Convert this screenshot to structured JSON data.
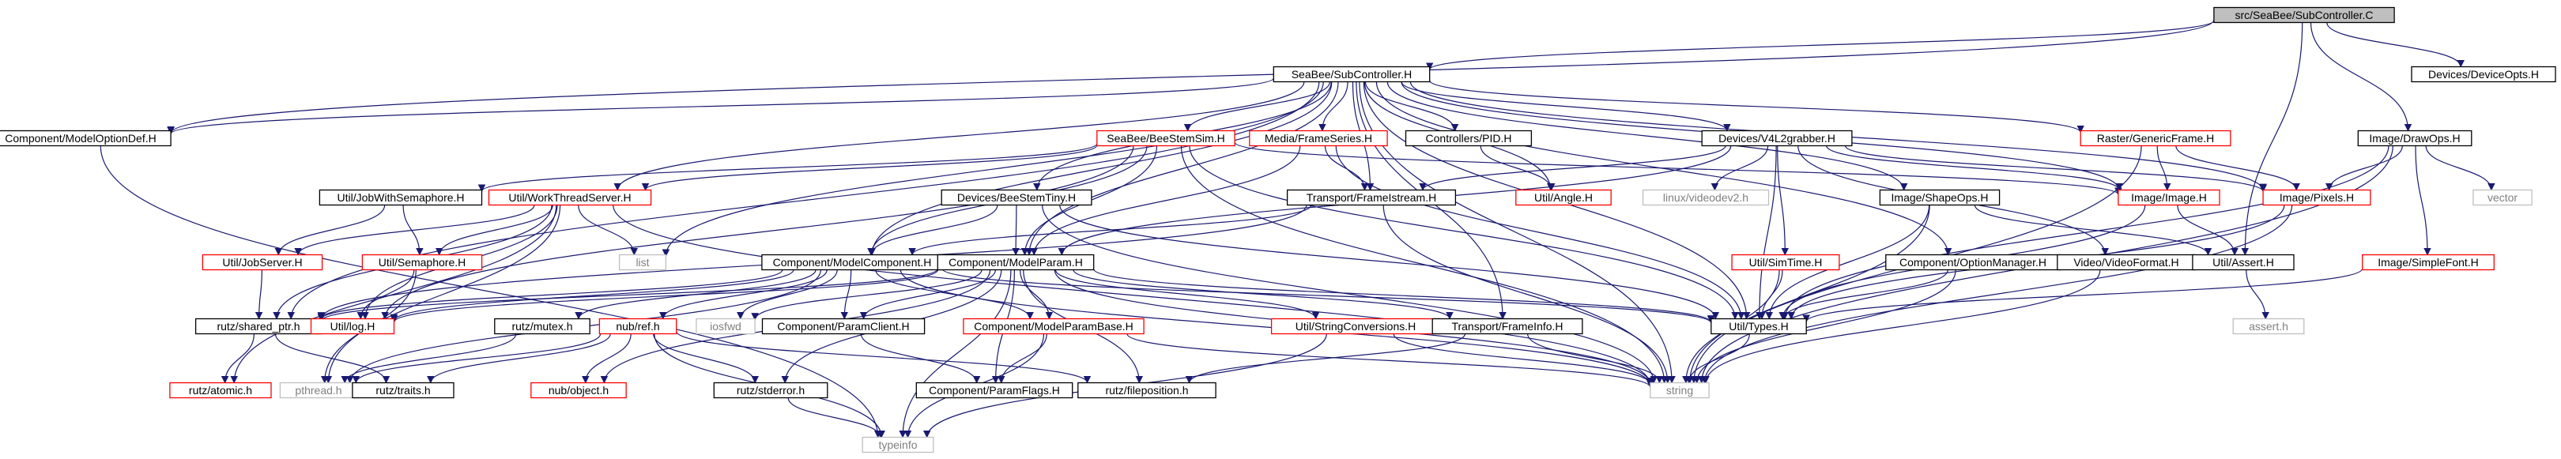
{
  "colors": {
    "edge": "#191970",
    "border_normal": "#000000",
    "border_missing": "#ff0000",
    "border_system": "#bfbfbf",
    "fill_root": "#bfbfbf",
    "fill_normal": "#ffffff",
    "text_normal": "#000000",
    "text_system": "#808080"
  },
  "nodes": [
    {
      "id": "root",
      "label": "src/SeaBee/SubController.C",
      "kind": "root"
    },
    {
      "id": "sub",
      "label": "SeaBee/SubController.H",
      "kind": "normal"
    },
    {
      "id": "devopts",
      "label": "Devices/DeviceOpts.H",
      "kind": "normal"
    },
    {
      "id": "drawops",
      "label": "Image/DrawOps.H",
      "kind": "normal"
    },
    {
      "id": "modelopt",
      "label": "Component/ModelOptionDef.H",
      "kind": "normal"
    },
    {
      "id": "beestem",
      "label": "SeaBee/BeeStemSim.H",
      "kind": "missing"
    },
    {
      "id": "frameseries",
      "label": "Media/FrameSeries.H",
      "kind": "missing"
    },
    {
      "id": "pid",
      "label": "Controllers/PID.H",
      "kind": "normal"
    },
    {
      "id": "v4l2",
      "label": "Devices/V4L2grabber.H",
      "kind": "normal"
    },
    {
      "id": "genericframe",
      "label": "Raster/GenericFrame.H",
      "kind": "missing"
    },
    {
      "id": "jobsem",
      "label": "Util/JobWithSemaphore.H",
      "kind": "normal"
    },
    {
      "id": "workthread",
      "label": "Util/WorkThreadServer.H",
      "kind": "missing"
    },
    {
      "id": "beestemtiny",
      "label": "Devices/BeeStemTiny.H",
      "kind": "normal"
    },
    {
      "id": "framestream",
      "label": "Transport/FrameIstream.H",
      "kind": "normal"
    },
    {
      "id": "angle",
      "label": "Util/Angle.H",
      "kind": "missing"
    },
    {
      "id": "videodev2",
      "label": "linux/videodev2.h",
      "kind": "system"
    },
    {
      "id": "shapeops",
      "label": "Image/ShapeOps.H",
      "kind": "normal"
    },
    {
      "id": "image",
      "label": "Image/Image.H",
      "kind": "missing"
    },
    {
      "id": "pixels",
      "label": "Image/Pixels.H",
      "kind": "missing"
    },
    {
      "id": "vector",
      "label": "vector",
      "kind": "system"
    },
    {
      "id": "jobserver",
      "label": "Util/JobServer.H",
      "kind": "missing"
    },
    {
      "id": "semaphore",
      "label": "Util/Semaphore.H",
      "kind": "missing"
    },
    {
      "id": "list",
      "label": "list",
      "kind": "system"
    },
    {
      "id": "modelcomp",
      "label": "Component/ModelComponent.H",
      "kind": "normal"
    },
    {
      "id": "modelparam",
      "label": "Component/ModelParam.H",
      "kind": "normal"
    },
    {
      "id": "simtime",
      "label": "Util/SimTime.H",
      "kind": "missing"
    },
    {
      "id": "optmgr",
      "label": "Component/OptionManager.H",
      "kind": "normal"
    },
    {
      "id": "videoformat",
      "label": "Video/VideoFormat.H",
      "kind": "normal"
    },
    {
      "id": "assert",
      "label": "Util/Assert.H",
      "kind": "normal"
    },
    {
      "id": "simplefont",
      "label": "Image/SimpleFont.H",
      "kind": "missing"
    },
    {
      "id": "sharedptr",
      "label": "rutz/shared_ptr.h",
      "kind": "normal"
    },
    {
      "id": "log",
      "label": "Util/log.H",
      "kind": "missing"
    },
    {
      "id": "mutex",
      "label": "rutz/mutex.h",
      "kind": "normal"
    },
    {
      "id": "iosfwd",
      "label": "iosfwd",
      "kind": "system"
    },
    {
      "id": "nubref",
      "label": "nub/ref.h",
      "kind": "missing"
    },
    {
      "id": "paramclient",
      "label": "Component/ParamClient.H",
      "kind": "normal"
    },
    {
      "id": "parambase",
      "label": "Component/ModelParamBase.H",
      "kind": "missing"
    },
    {
      "id": "strconv",
      "label": "Util/StringConversions.H",
      "kind": "missing"
    },
    {
      "id": "frameinfo",
      "label": "Transport/FrameInfo.H",
      "kind": "normal"
    },
    {
      "id": "types",
      "label": "Util/Types.H",
      "kind": "normal"
    },
    {
      "id": "asserth",
      "label": "assert.h",
      "kind": "system"
    },
    {
      "id": "atomic",
      "label": "rutz/atomic.h",
      "kind": "missing"
    },
    {
      "id": "pthread",
      "label": "pthread.h",
      "kind": "system"
    },
    {
      "id": "traits",
      "label": "rutz/traits.h",
      "kind": "normal"
    },
    {
      "id": "nubobject",
      "label": "nub/object.h",
      "kind": "missing"
    },
    {
      "id": "stderror",
      "label": "rutz/stderror.h",
      "kind": "normal"
    },
    {
      "id": "paramflags",
      "label": "Component/ParamFlags.H",
      "kind": "normal"
    },
    {
      "id": "fileposition",
      "label": "rutz/fileposition.h",
      "kind": "normal"
    },
    {
      "id": "string",
      "label": "string",
      "kind": "system"
    },
    {
      "id": "typeinfo",
      "label": "typeinfo",
      "kind": "system"
    }
  ],
  "edges": [
    [
      "root",
      "sub"
    ],
    [
      "root",
      "devopts"
    ],
    [
      "root",
      "drawops"
    ],
    [
      "root",
      "modelopt"
    ],
    [
      "root",
      "assert"
    ],
    [
      "sub",
      "modelopt"
    ],
    [
      "sub",
      "beestem"
    ],
    [
      "sub",
      "frameseries"
    ],
    [
      "sub",
      "pid"
    ],
    [
      "sub",
      "v4l2"
    ],
    [
      "sub",
      "genericframe"
    ],
    [
      "sub",
      "workthread"
    ],
    [
      "sub",
      "beestemtiny"
    ],
    [
      "sub",
      "framestream"
    ],
    [
      "sub",
      "angle"
    ],
    [
      "sub",
      "shapeops"
    ],
    [
      "sub",
      "image"
    ],
    [
      "sub",
      "pixels"
    ],
    [
      "sub",
      "list"
    ],
    [
      "sub",
      "modelcomp"
    ],
    [
      "sub",
      "modelparam"
    ],
    [
      "sub",
      "optmgr"
    ],
    [
      "sub",
      "types"
    ],
    [
      "sub",
      "sharedptr"
    ],
    [
      "sub",
      "string"
    ],
    [
      "sub",
      "frameinfo"
    ],
    [
      "beestem",
      "jobsem"
    ],
    [
      "beestem",
      "workthread"
    ],
    [
      "beestem",
      "modelcomp"
    ],
    [
      "beestem",
      "modelparam"
    ],
    [
      "beestem",
      "image"
    ],
    [
      "beestem",
      "types"
    ],
    [
      "beestem",
      "string"
    ],
    [
      "beestem",
      "log"
    ],
    [
      "frameseries",
      "framestream"
    ],
    [
      "frameseries",
      "modelparam"
    ],
    [
      "frameseries",
      "types"
    ],
    [
      "pid",
      "angle"
    ],
    [
      "v4l2",
      "framestream"
    ],
    [
      "v4l2",
      "videodev2"
    ],
    [
      "v4l2",
      "image"
    ],
    [
      "v4l2",
      "simtime"
    ],
    [
      "v4l2",
      "types"
    ],
    [
      "v4l2",
      "videoformat"
    ],
    [
      "v4l2",
      "modelparam"
    ],
    [
      "v4l2",
      "pixels"
    ],
    [
      "genericframe",
      "image"
    ],
    [
      "genericframe",
      "pixels"
    ],
    [
      "genericframe",
      "string"
    ],
    [
      "jobsem",
      "jobserver"
    ],
    [
      "jobsem",
      "semaphore"
    ],
    [
      "workthread",
      "jobserver"
    ],
    [
      "workthread",
      "semaphore"
    ],
    [
      "workthread",
      "list"
    ],
    [
      "workthread",
      "sharedptr"
    ],
    [
      "workthread",
      "pthread"
    ],
    [
      "workthread",
      "atomic"
    ],
    [
      "workthread",
      "log"
    ],
    [
      "workthread",
      "string"
    ],
    [
      "beestemtiny",
      "modelcomp"
    ],
    [
      "beestemtiny",
      "modelparam"
    ],
    [
      "beestemtiny",
      "types"
    ],
    [
      "beestemtiny",
      "string"
    ],
    [
      "framestream",
      "modelcomp"
    ],
    [
      "framestream",
      "string"
    ],
    [
      "framestream",
      "sharedptr"
    ],
    [
      "shapeops",
      "types"
    ],
    [
      "shapeops",
      "string"
    ],
    [
      "shapeops",
      "assert"
    ],
    [
      "image",
      "assert"
    ],
    [
      "image",
      "types"
    ],
    [
      "pixels",
      "string"
    ],
    [
      "pixels",
      "types"
    ],
    [
      "drawops",
      "pixels"
    ],
    [
      "drawops",
      "vector"
    ],
    [
      "drawops",
      "simplefont"
    ],
    [
      "drawops",
      "string"
    ],
    [
      "drawops",
      "types"
    ],
    [
      "simplefont",
      "types"
    ],
    [
      "modelopt",
      "typeinfo"
    ],
    [
      "jobserver",
      "sharedptr"
    ],
    [
      "semaphore",
      "log"
    ],
    [
      "semaphore",
      "pthread"
    ],
    [
      "modelcomp",
      "sharedptr"
    ],
    [
      "modelcomp",
      "log"
    ],
    [
      "modelcomp",
      "mutex"
    ],
    [
      "modelcomp",
      "iosfwd"
    ],
    [
      "modelcomp",
      "nubref"
    ],
    [
      "modelcomp",
      "paramclient"
    ],
    [
      "modelcomp",
      "parambase"
    ],
    [
      "modelcomp",
      "types"
    ],
    [
      "modelcomp",
      "string"
    ],
    [
      "modelcomp",
      "pthread"
    ],
    [
      "modelparam",
      "sharedptr"
    ],
    [
      "modelparam",
      "log"
    ],
    [
      "modelparam",
      "iosfwd"
    ],
    [
      "modelparam",
      "paramclient"
    ],
    [
      "modelparam",
      "parambase"
    ],
    [
      "modelparam",
      "strconv"
    ],
    [
      "modelparam",
      "frameinfo"
    ],
    [
      "modelparam",
      "types"
    ],
    [
      "modelparam",
      "string"
    ],
    [
      "modelparam",
      "stderror"
    ],
    [
      "modelparam",
      "paramflags"
    ],
    [
      "modelparam",
      "fileposition"
    ],
    [
      "modelparam",
      "typeinfo"
    ],
    [
      "modelparam",
      "nubobject"
    ],
    [
      "simtime",
      "types"
    ],
    [
      "simtime",
      "string"
    ],
    [
      "optmgr",
      "types"
    ],
    [
      "optmgr",
      "string"
    ],
    [
      "videoformat",
      "string"
    ],
    [
      "assert",
      "asserth"
    ],
    [
      "sharedptr",
      "atomic"
    ],
    [
      "sharedptr",
      "traits"
    ],
    [
      "mutex",
      "pthread"
    ],
    [
      "nubref",
      "nubobject"
    ],
    [
      "nubref",
      "traits"
    ],
    [
      "nubref",
      "stderror"
    ],
    [
      "nubref",
      "fileposition"
    ],
    [
      "nubref",
      "typeinfo"
    ],
    [
      "nubref",
      "pthread"
    ],
    [
      "paramclient",
      "paramflags"
    ],
    [
      "parambase",
      "paramflags"
    ],
    [
      "parambase",
      "typeinfo"
    ],
    [
      "parambase",
      "string"
    ],
    [
      "strconv",
      "string"
    ],
    [
      "strconv",
      "typeinfo"
    ],
    [
      "frameinfo",
      "fileposition"
    ],
    [
      "frameinfo",
      "string"
    ],
    [
      "stderror",
      "typeinfo"
    ],
    [
      "types",
      "string"
    ]
  ]
}
